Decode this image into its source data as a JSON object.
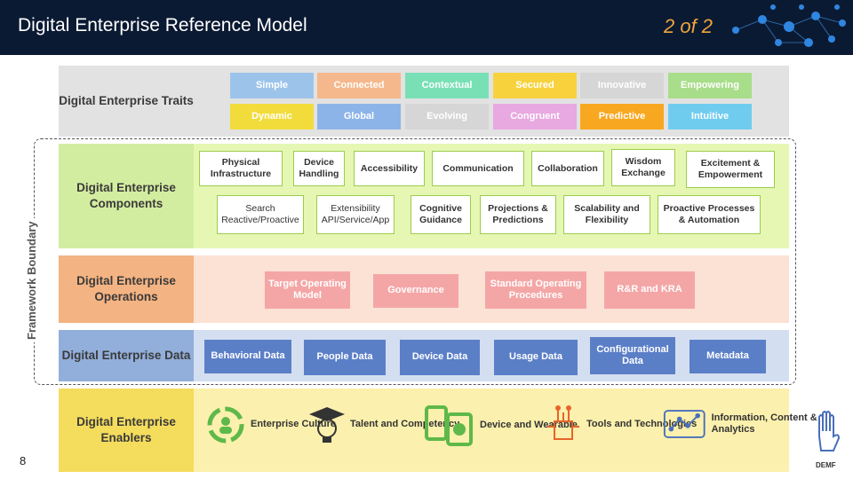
{
  "header": {
    "title": "Digital Enterprise Reference Model",
    "pager": "2 of 2"
  },
  "boundary_label": "Framework Boundary",
  "slide_number": "8",
  "logo_text": "DEMF",
  "traits": {
    "label": "Digital Enterprise Traits",
    "items": [
      {
        "text": "Simple",
        "color": "#9cc4eb"
      },
      {
        "text": "Connected",
        "color": "#f5b88c"
      },
      {
        "text": "Contextual",
        "color": "#79e0b6"
      },
      {
        "text": "Secured",
        "color": "#f7d23c"
      },
      {
        "text": "Innovative",
        "color": "#d6d6d6"
      },
      {
        "text": "Empowering",
        "color": "#a8dd8a"
      },
      {
        "text": "Dynamic",
        "color": "#f2dc3c"
      },
      {
        "text": "Global",
        "color": "#8cb4e8"
      },
      {
        "text": "Evolving",
        "color": "#d6d6d6"
      },
      {
        "text": "Congruent",
        "color": "#e8a8e0"
      },
      {
        "text": "Predictive",
        "color": "#f8a820"
      },
      {
        "text": "Intuitive",
        "color": "#70ccef"
      }
    ]
  },
  "components": {
    "label": "Digital Enterprise Components",
    "items": [
      "Physical Infrastructure",
      "Device Handling",
      "Accessibility",
      "Communication",
      "Collaboration",
      "Wisdom Exchange",
      "Excitement & Empowerment",
      "Search Reactive/Proactive",
      "Extensibility API/Service/App",
      "Cognitive Guidance",
      "Projections & Predictions",
      "Scalability and Flexibility",
      "Proactive Processes & Automation"
    ]
  },
  "operations": {
    "label": "Digital Enterprise Operations",
    "items": [
      "Target Operating Model",
      "Governance",
      "Standard Operating Procedures",
      "R&R and KRA"
    ]
  },
  "data_band": {
    "label": "Digital Enterprise Data",
    "items": [
      "Behavioral Data",
      "People Data",
      "Device Data",
      "Usage Data",
      "Configurational Data",
      "Metadata"
    ]
  },
  "enablers": {
    "label": "Digital Enterprise Enablers",
    "items": [
      "Enterprise Culture",
      "Talent and Competency",
      "Device and Wearable",
      "Tools and Technologies",
      "Information, Content & Analytics"
    ]
  }
}
